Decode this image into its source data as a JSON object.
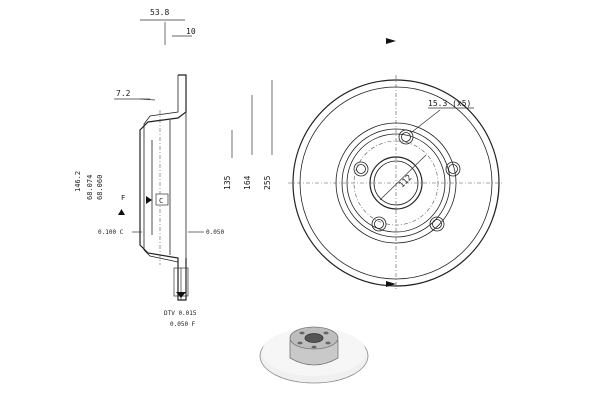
{
  "drawing": {
    "side_view": {
      "dim_overall_width": "53.8",
      "dim_disc_thickness": "10",
      "dim_hat_offset": "7.2",
      "dim_centering_diameter": "146.2",
      "dim_bore_max": "68.074",
      "dim_bore_min": "68.060",
      "datum_f": "F",
      "datum_c": "C",
      "tol_runout": "0.100 C",
      "tol_flatness": "0.050",
      "dim_inner_diameter": "135",
      "dim_friction_diameter": "164",
      "dim_outer_diameter": "255",
      "tol_dtv": "DTV 0.015",
      "tol_perpendicularity": "0.050 F"
    },
    "front_view": {
      "dim_bolt_holes": "15.3 (x5)",
      "dim_bolt_circle": "112"
    }
  }
}
